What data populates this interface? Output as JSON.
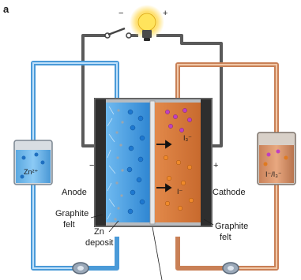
{
  "panel_letter": "a",
  "labels": {
    "minus_top": "−",
    "plus_top": "+",
    "minus_left": "−",
    "plus_right": "+",
    "anode": "Anode",
    "cathode": "Cathode",
    "graphite_felt_left_1": "Graphite",
    "graphite_felt_left_2": "felt",
    "graphite_felt_right_1": "Graphite",
    "graphite_felt_right_2": "felt",
    "zn_deposit_1": "Zn",
    "zn_deposit_2": "deposit",
    "anolyte_tank": "Zn²⁺",
    "catholyte_tank": "I⁻/I₃⁻",
    "cathode_species_top": "I₃⁻",
    "cathode_species_bottom": "I⁻"
  },
  "colors": {
    "anolyte": "#3a9ad9",
    "catholyte": "#d9793a",
    "zn_ion": "#2f8fe0",
    "iodide": "#e07a20",
    "triiodide": "#c040c0",
    "wire": "#555555",
    "cell_frame": "#3a3a3a"
  },
  "icons": [
    "lightbulb-icon",
    "switch-icon",
    "pump-icon"
  ]
}
